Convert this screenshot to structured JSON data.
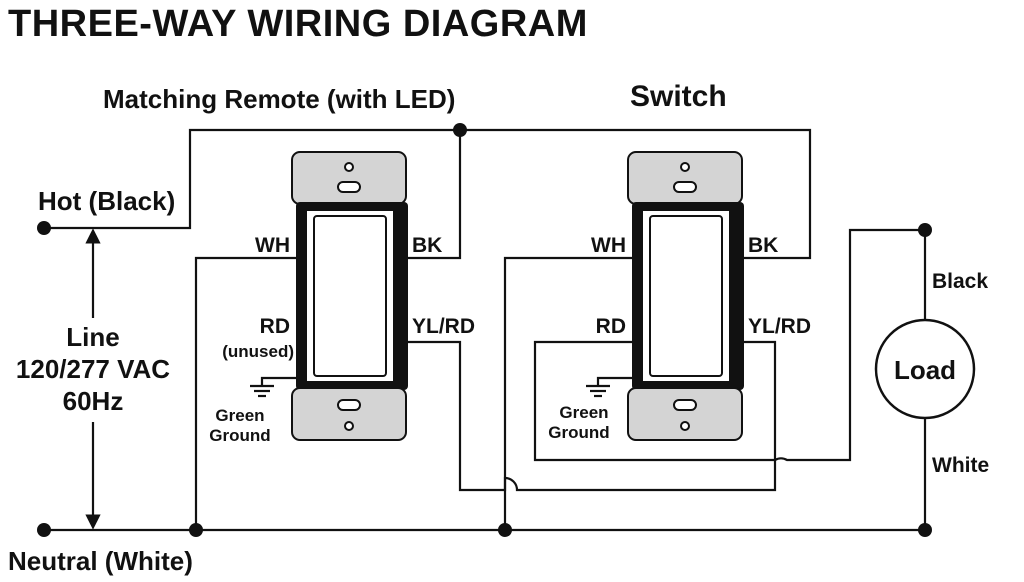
{
  "title": "THREE-WAY WIRING DIAGRAM",
  "labels": {
    "remote": "Matching Remote (with LED)",
    "switch": "Switch",
    "hot": "Hot (Black)",
    "neutral": "Neutral (White)",
    "line": "Line",
    "voltage": "120/277 VAC",
    "frequency": "60Hz",
    "load": "Load",
    "black": "Black",
    "white": "White"
  },
  "remote_terminals": {
    "wh": "WH",
    "bk": "BK",
    "rd": "RD",
    "unused": "(unused)",
    "yl_rd": "YL/RD",
    "ground_1": "Green",
    "ground_2": "Ground"
  },
  "switch_terminals": {
    "wh": "WH",
    "bk": "BK",
    "rd": "RD",
    "yl_rd": "YL/RD",
    "ground_1": "Green",
    "ground_2": "Ground"
  }
}
